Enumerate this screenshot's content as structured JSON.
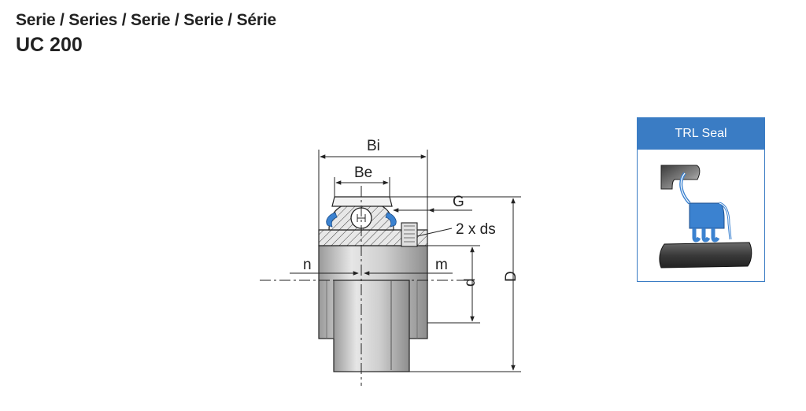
{
  "header": {
    "series_line": "Serie / Series / Serie / Serie / Série",
    "model": "UC 200"
  },
  "drawing": {
    "labels": {
      "bi": "Bi",
      "be": "Be",
      "g": "G",
      "ds": "2 x ds",
      "n": "n",
      "m": "m",
      "d_small": "d",
      "d_large": "D"
    }
  },
  "seal_panel": {
    "title": "TRL Seal"
  },
  "colors": {
    "accent_blue": "#3a7cc4",
    "seal_blue": "#3b82d0",
    "steel": "#cfcfcf",
    "line": "#222222"
  }
}
